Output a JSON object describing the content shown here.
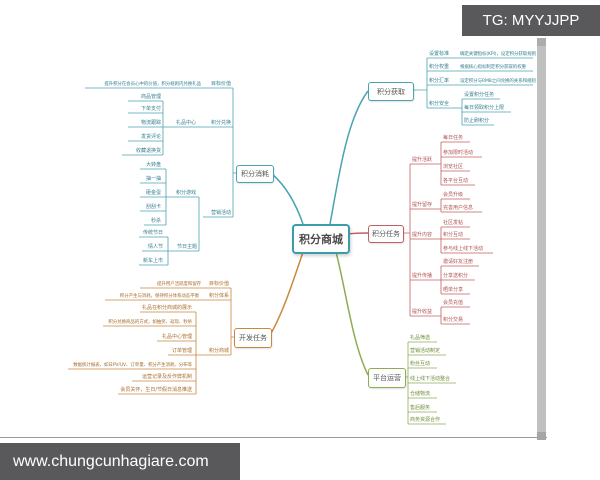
{
  "watermark_top": "TG: MYYJJPP",
  "watermark_bottom": "www.chungcunhagiare.com",
  "colors": {
    "teal": "#49a3b2",
    "red": "#c2605e",
    "orange": "#c9883f",
    "green": "#8fac55",
    "chrome": "#59595b"
  },
  "map": {
    "center": "积分商城",
    "acquire": {
      "title": "积分获取",
      "rows": [
        {
          "label": "设置标准",
          "desc": "确定关键指标(KPI)，设定积分获取规则"
        },
        {
          "label": "积分权重",
          "desc": "根据核心指标制定积分获取的权重"
        },
        {
          "label": "积分汇率",
          "desc": "设定积分与RMB之间兑换的关系和规则"
        }
      ],
      "security": {
        "label": "积分安全",
        "items": [
          "设置积分任务",
          "每日领取积分上限",
          "防止刷积分"
        ]
      }
    },
    "consume": {
      "title": "积分消耗",
      "goal_label": "目标价值",
      "goal_desc": "提升积分在会员心中的价值，积分规则内兑换礼品",
      "exchange_label": "积分兑换",
      "gift_center": {
        "label": "礼品中心",
        "items": [
          "商品管理",
          "下单支付",
          "物流跟踪",
          "发货评论",
          "收藏退换货"
        ]
      },
      "marketing_label": "营销活动",
      "games": {
        "label": "积分游戏",
        "items": [
          "大转盘",
          "抽一抽",
          "砸金蛋",
          "刮刮卡",
          "秒杀"
        ]
      },
      "festivals": {
        "label": "节日主题",
        "items": [
          "传统节日",
          "情人节",
          "新车上市"
        ]
      }
    },
    "tasks": {
      "title": "积分任务",
      "groups": [
        {
          "label": "提升活跃",
          "items": [
            "每日任务",
            "参加限时活动",
            "浏览社区",
            "各平台互动"
          ]
        },
        {
          "label": "提升留存",
          "items": [
            "会员升级",
            "完善用户信息"
          ]
        },
        {
          "label": "提升内容",
          "items": [
            "社区发帖",
            "积分互动",
            "参与线上线下活动"
          ]
        },
        {
          "label": "提升传播",
          "items": [
            "邀请好友注册",
            "分享送积分",
            "晒单分享"
          ]
        },
        {
          "label": "提升收益",
          "items": [
            "会员充值",
            "积分交易"
          ]
        }
      ]
    },
    "dev": {
      "title": "开发任务",
      "goal_label": "目标价值",
      "goal_desc": "提升用户活跃度和留存",
      "system_label": "积分体系",
      "system_desc": "积分产生与消耗，保持积分体系动态平衡",
      "mall": {
        "label": "积分商城",
        "items": [
          "礼品在积分商城的展示",
          "积分兑换商品的方式，如抽奖、返现、秒杀",
          "礼品中心管理",
          "订单管理",
          "数据统计报表，如日PV/UV、订单量、积分产生消耗、分布等",
          "运营记录及反作弊机制",
          "会员关怀，生日/节假日消息推送"
        ]
      }
    },
    "ops": {
      "title": "平台运营",
      "items": [
        "礼品筛选",
        "营销活动制定",
        "粉丝互动",
        "线上线下活动整合",
        "仓储物流",
        "售后服务",
        "商务资源合作"
      ]
    }
  }
}
